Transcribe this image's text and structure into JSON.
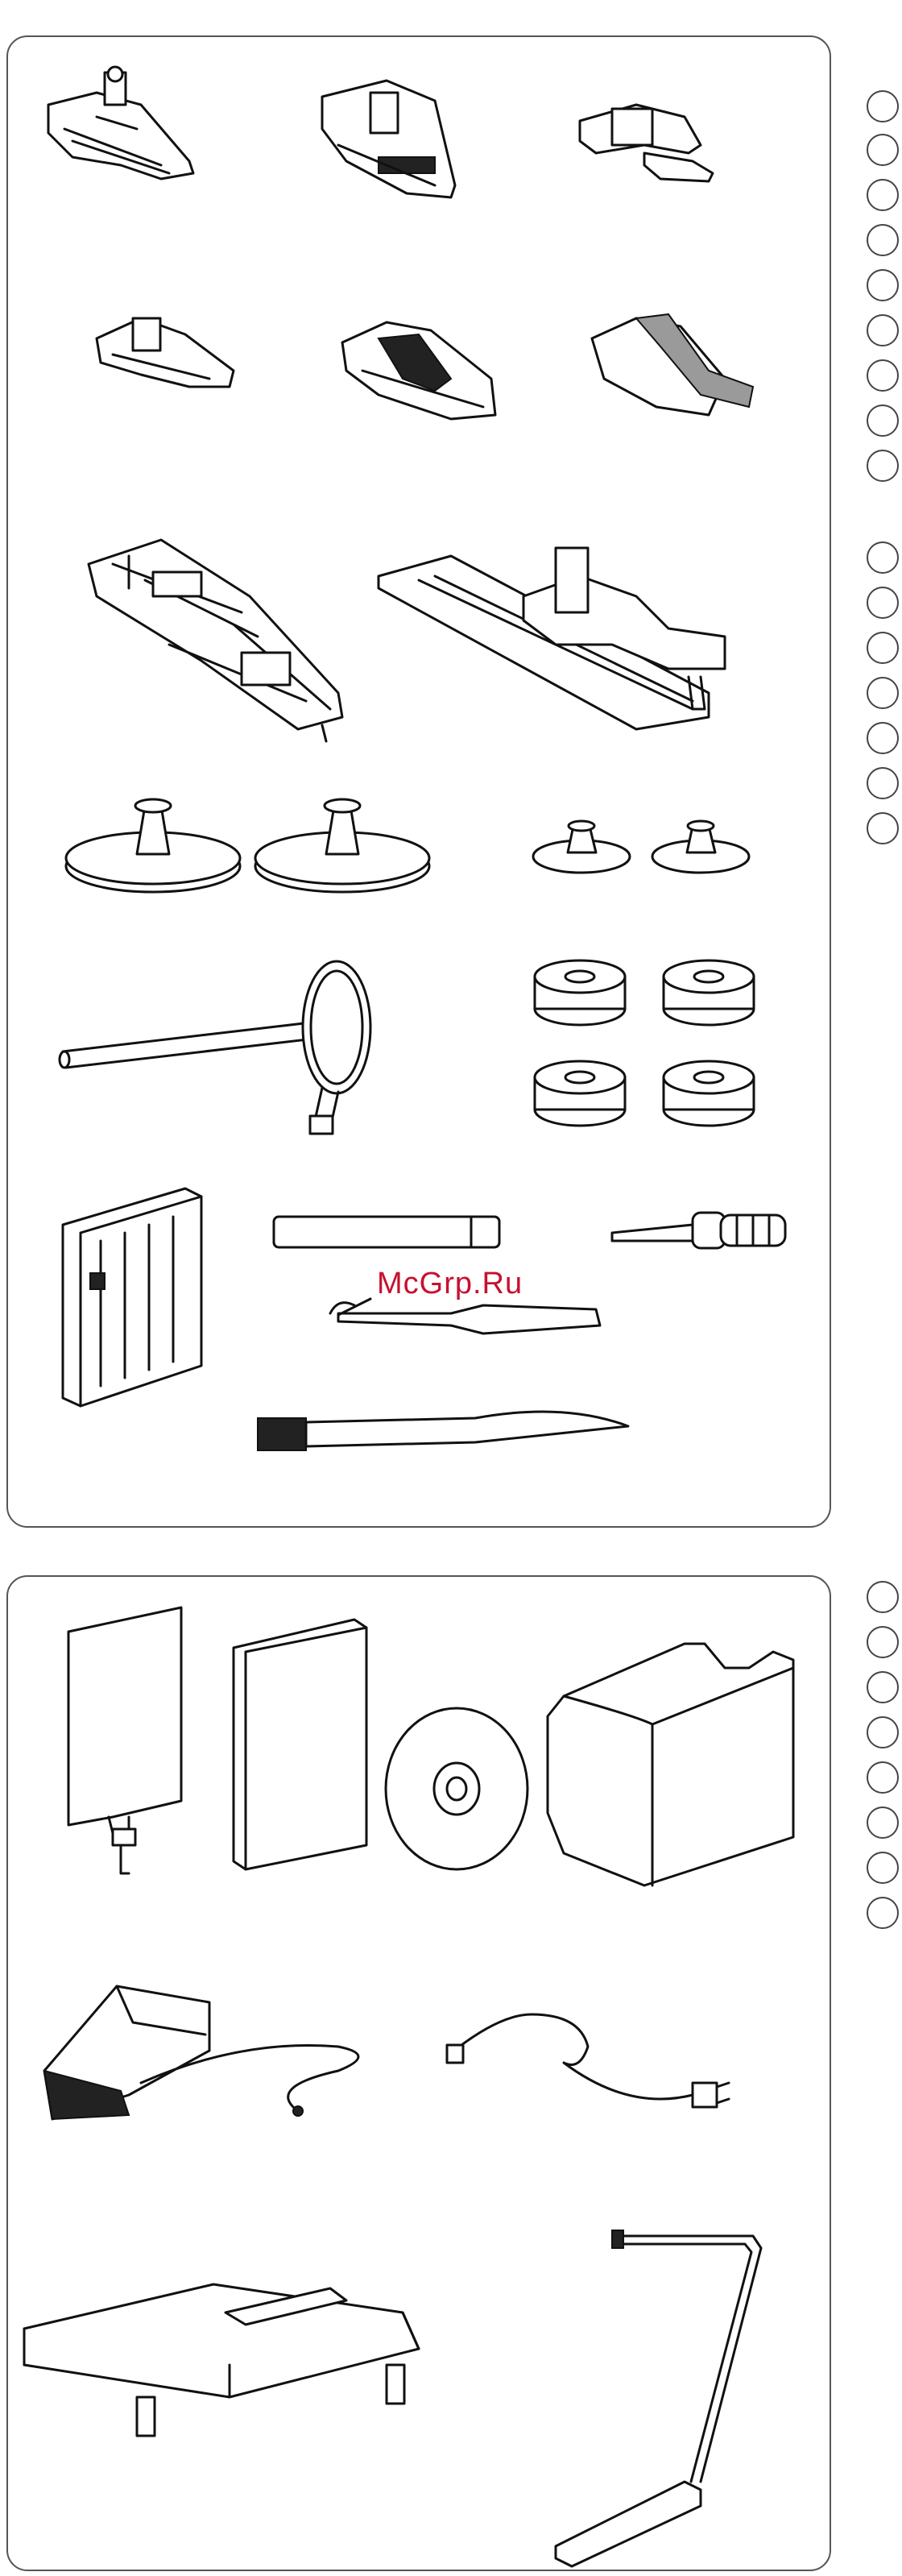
{
  "watermark": {
    "text": "McGrp.Ru",
    "color": "#c8102e"
  },
  "panels": [
    {
      "name": "standard-accessories",
      "marker_count": 16
    },
    {
      "name": "other-accessories",
      "marker_count": 8
    }
  ],
  "items_top": [
    "zigzag-foot-icon",
    "satin-stitch-foot-icon",
    "zipper-foot-icon",
    "blind-hem-foot-icon",
    "overedge-foot-icon",
    "quarter-inch-foot-icon",
    "buttonhole-foot-icon",
    "quilting-guide-foot-icon",
    "large-spool-holder-icon",
    "small-spool-holder-icon",
    "spool-pin-icon",
    "bobbins-icon",
    "needle-set-icon",
    "lint-brush-icon",
    "screwdriver-icon",
    "seam-ripper-icon",
    "cleaning-brush-icon"
  ],
  "items_bottom": [
    "slide-plate-icon",
    "instruction-book-icon",
    "dvd-icon",
    "dust-cover-icon",
    "foot-control-icon",
    "power-cord-icon",
    "extension-table-icon",
    "knee-lifter-icon"
  ]
}
